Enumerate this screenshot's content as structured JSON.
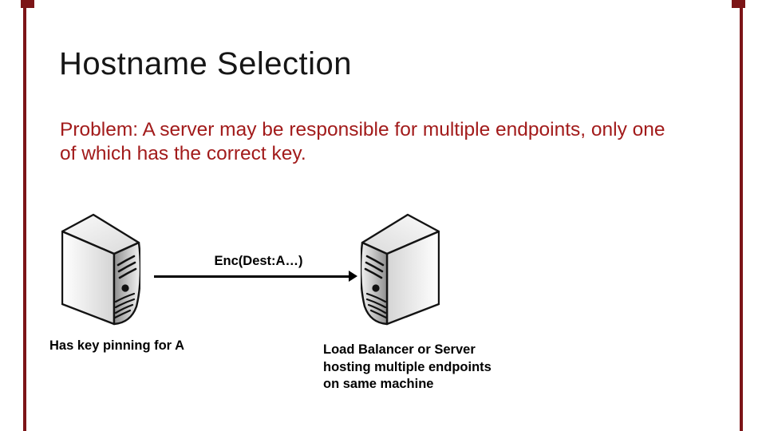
{
  "slide": {
    "title": "Hostname Selection",
    "problem": "Problem: A server may be responsible for multiple endpoints, only one\nof which has the correct key.",
    "diagram": {
      "arrow_label": "Enc(Dest:A…)",
      "left_caption": "Has key pinning for A",
      "right_caption": "Load Balancer or Server\nhosting multiple endpoints\non same machine",
      "icons": [
        "server-tower-icon",
        "server-tower-icon-mirrored",
        "right-arrow-icon"
      ]
    },
    "colors": {
      "title_text": "#161616",
      "problem_text": "#a21b1b",
      "frame_accent": "#7c1517",
      "diagram_ink": "#111111"
    }
  }
}
